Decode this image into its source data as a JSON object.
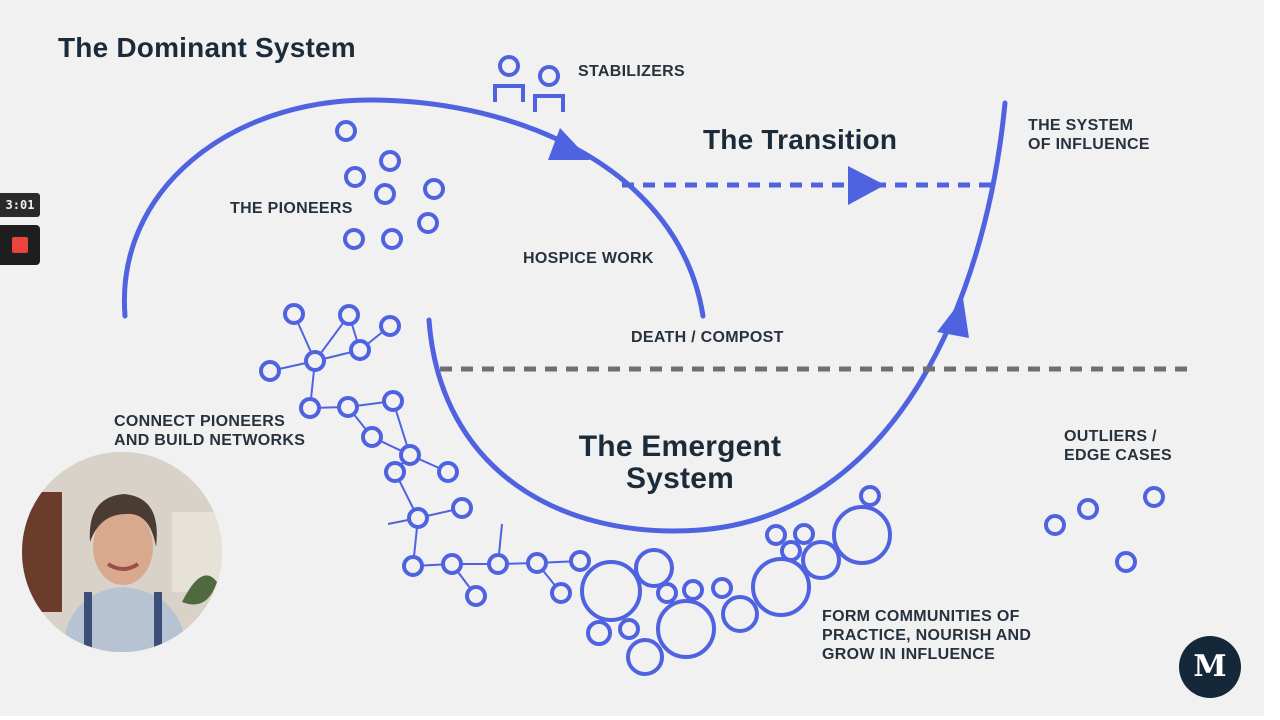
{
  "diagram": {
    "title": "The Dominant System",
    "transition_title": "The Transition",
    "emergent_title": "The Emergent\nSystem",
    "labels": {
      "stabilizers": "STABILIZERS",
      "pioneers": "THE PIONEERS",
      "hospice_work": "HOSPICE WORK",
      "death_compost": "DEATH / COMPOST",
      "system_of_influence": "THE SYSTEM\nOF INFLUENCE",
      "connect_pioneers": "CONNECT PIONEERS\nAND BUILD NETWORKS",
      "outliers": "OUTLIERS /\nEDGE CASES",
      "communities": "FORM COMMUNITIES OF\nPRACTICE, NOURISH AND\nGROW IN INFLUENCE"
    },
    "colors": {
      "accent": "#4f63e0",
      "dashed_gray": "#6f6f6f",
      "text": "#1c2b3a",
      "background": "#f1f1f1"
    }
  },
  "video_overlay": {
    "timer": "3:01",
    "record_icon": "record-stop-icon",
    "logo_letter": "M"
  }
}
